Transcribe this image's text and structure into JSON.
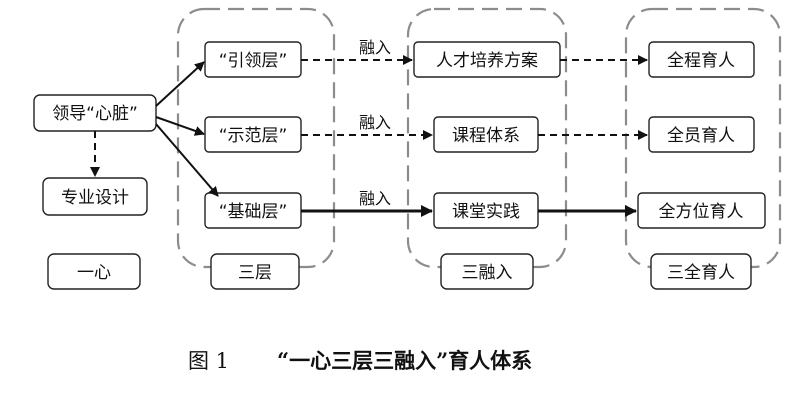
{
  "nodes": {
    "leader_heart": "领导“心脏”",
    "professional_design": "专业设计",
    "one_heart": "一心",
    "lead_layer": "“引领层”",
    "demo_layer": "“示范层”",
    "base_layer": "“基础层”",
    "three_layers": "三层",
    "talent_plan": "人才培养方案",
    "course_system": "课程体系",
    "classroom_practice": "课堂实践",
    "three_integrations": "三融入",
    "whole_process": "全程育人",
    "all_staff": "全员育人",
    "all_round": "全方位育人",
    "three_all": "三全育人"
  },
  "edge_labels": {
    "top": "融入",
    "middle": "融入",
    "bottom": "融入"
  },
  "caption": {
    "figure_label": "图 1",
    "title": "“一心三层三融入”育人体系"
  }
}
